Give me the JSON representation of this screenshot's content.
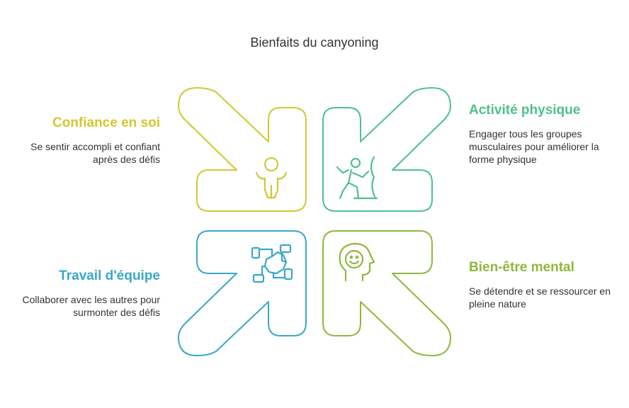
{
  "title": "Bienfaits du canyoning",
  "colors": {
    "confiance": "#d3c731",
    "activite": "#4fc08d",
    "equipe": "#3aa7c8",
    "bienetre": "#8fb83b"
  },
  "quadrants": {
    "top_left": {
      "heading": "Confiance en soi",
      "desc": "Se sentir accompli et confiant après des défis",
      "icon": "child-arms-up-icon"
    },
    "top_right": {
      "heading": "Activité physique",
      "desc": "Engager tous les groupes musculaires pour améliorer la forme physique",
      "icon": "climber-icon"
    },
    "bottom_left": {
      "heading": "Travail d'équipe",
      "desc": "Collaborer avec les autres pour surmonter des défis",
      "icon": "hands-together-icon"
    },
    "bottom_right": {
      "heading": "Bien-être mental",
      "desc": "Se détendre et se ressourcer en pleine nature",
      "icon": "smiling-head-icon"
    }
  }
}
